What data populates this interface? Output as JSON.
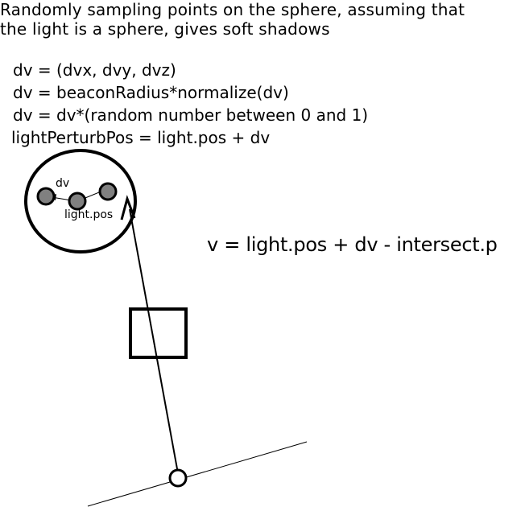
{
  "title": {
    "line1": "Randomly sampling points on the sphere, assuming that",
    "line2": "the light is a sphere, gives soft shadows"
  },
  "pseudocode": [
    "dv = (dvx, dvy, dvz)",
    "dv = beaconRadius*normalize(dv)",
    "dv = dv*(random number between 0 and 1)",
    "lightPerturbPos = light.pos + dv"
  ],
  "labels": {
    "dv": "dv",
    "light_pos": "light.pos",
    "equation": "v = light.pos + dv - intersect.p"
  },
  "colors": {
    "stroke": "#000000",
    "point_fill": "#808080",
    "background": "#ffffff"
  }
}
